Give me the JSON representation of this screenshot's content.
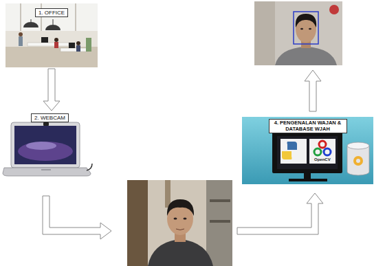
{
  "diagram": {
    "nodes": [
      {
        "text": [
          "1. OFFICE"
        ]
      },
      {
        "text": [
          "2. WEBCAM"
        ]
      },
      {
        "text": [
          "4. PENGENALAN WAJAN & DATABASE WJAH"
        ]
      }
    ],
    "edges": [
      {
        "from": 0,
        "to": 1,
        "arrow": "to"
      }
    ],
    "labels": [
      "OpenCV"
    ]
  }
}
